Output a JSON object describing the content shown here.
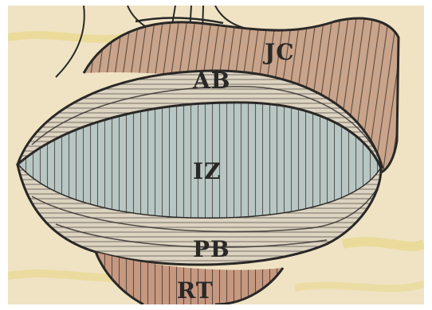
{
  "figure": {
    "labels": {
      "jc": "JC",
      "ab": "AB",
      "iz": "IZ",
      "pb": "PB",
      "rt": "RT"
    },
    "colors": {
      "paper": "#efe3c4",
      "paper_yellow_streak": "#e7d681",
      "ink": "#2a2826",
      "jc_fill": "#c9a48a",
      "band_fill": "#dcd3c1",
      "iz_fill": "#b8c7c4",
      "rt_fill": "#c79880"
    }
  }
}
